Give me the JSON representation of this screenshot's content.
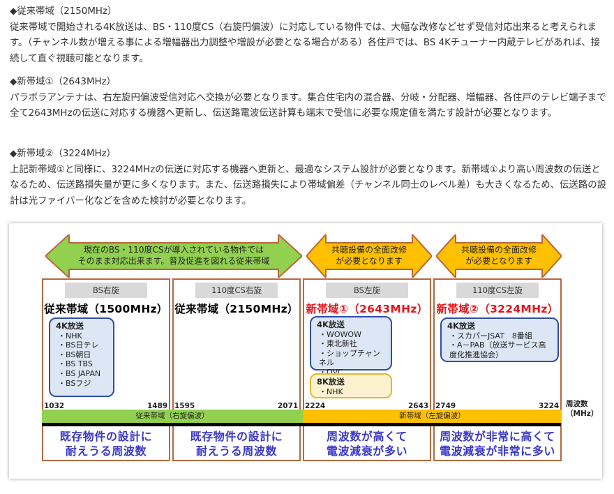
{
  "sections": [
    {
      "heading": "◆従来帯域（2150MHz）",
      "body": "従来帯域で開始される4K放送は、BS・110度CS（右旋円偏波）に対応している物件では、大幅な改修などせず受信対応出来ると考えられます。（チャンネル数が増える事による増幅器出力調整や増設が必要となる場合がある）各住戸では、BS 4Kチューナー内蔵テレビがあれば、接続して直ぐ視聴可能となります。"
    },
    {
      "heading": "◆新帯域①（2643MHz）",
      "body": "パラボラアンテナは、右左旋円偏波受信対応へ交換が必要となります。集合住宅内の混合器、分岐・分配器、増幅器、各住戸のテレビ端子まで全て2643MHzの伝送に対応する機器へ更新し、伝送路電波伝送計算も端末で受信に必要な規定値を満たす設計が必要となります。"
    },
    {
      "heading": "◆新帯域②（3224MHz）",
      "body": "上記新帯域①と同様に、3224MHzの伝送に対応する機器へ更新と、最適なシステム設計が必要となります。新帯域①より高い周波数の伝送となるため、伝送路損失量が更に多くなります。また、伝送路損失により帯域偏差（チャンネル同士のレベル差）も大きくなるため、伝送路の設計は光ファイバー化などを含めた検討が必要となります。"
    }
  ],
  "figure": {
    "arrows": [
      {
        "text": "現在のBS・110度CSが導入されている物件では\nそのまま対応出来ます。普及促進を図れる従来帯域",
        "color": "#92d050"
      },
      {
        "text": "共聴設備の全面改修\nが必要となります",
        "color": "#ffc000"
      },
      {
        "text": "共聴設備の全面改修\nが必要となります",
        "color": "#ffc000"
      }
    ],
    "panels": [
      {
        "tag": "BS右旋",
        "title": "従来帯域（1500MHz）",
        "box_title": "4K放送",
        "items": [
          "・NHK",
          "・BS日テレ",
          "・BS朝日",
          "・BS TBS",
          "・BS JAPAN",
          "・BSフジ"
        ],
        "freq_left": "1032",
        "freq_right": "1489",
        "bottom": "既存物件の設計に\n耐えうる周波数"
      },
      {
        "tag": "110度CS右旋",
        "title": "従来帯域（2150MHz）",
        "freq_left": "1595",
        "freq_right": "2071",
        "bottom": "既存物件の設計に\n耐えうる周波数"
      },
      {
        "tag": "BS左旋",
        "title": "新帯域①（2643MHz）",
        "box_title": "4K放送",
        "items": [
          "・WOWOW",
          "・東北新社",
          "・ショップチャンネル",
          "・QVC"
        ],
        "box2_title": "8K放送",
        "items2": [
          "・NHK"
        ],
        "freq_left": "2224",
        "freq_right": "2643",
        "bottom": "周波数が高くて\n電波減衰が多い"
      },
      {
        "tag": "110度CS左旋",
        "title": "新帯域②（3224MHz）",
        "box_title": "4K放送",
        "items": [
          "・スカパーJSAT　8番組",
          "・A－PAB（放送サービス高度化推進協会）"
        ],
        "freq_left": "2749",
        "freq_right": "3224",
        "bottom": "周波数が非常に高くて\n電波減衰が非常に多い"
      }
    ],
    "bands": {
      "left": "従来帯域（右旋偏波）",
      "right": "新帯域（左旋偏波）"
    },
    "unit": "周波数\n（MHz）"
  }
}
